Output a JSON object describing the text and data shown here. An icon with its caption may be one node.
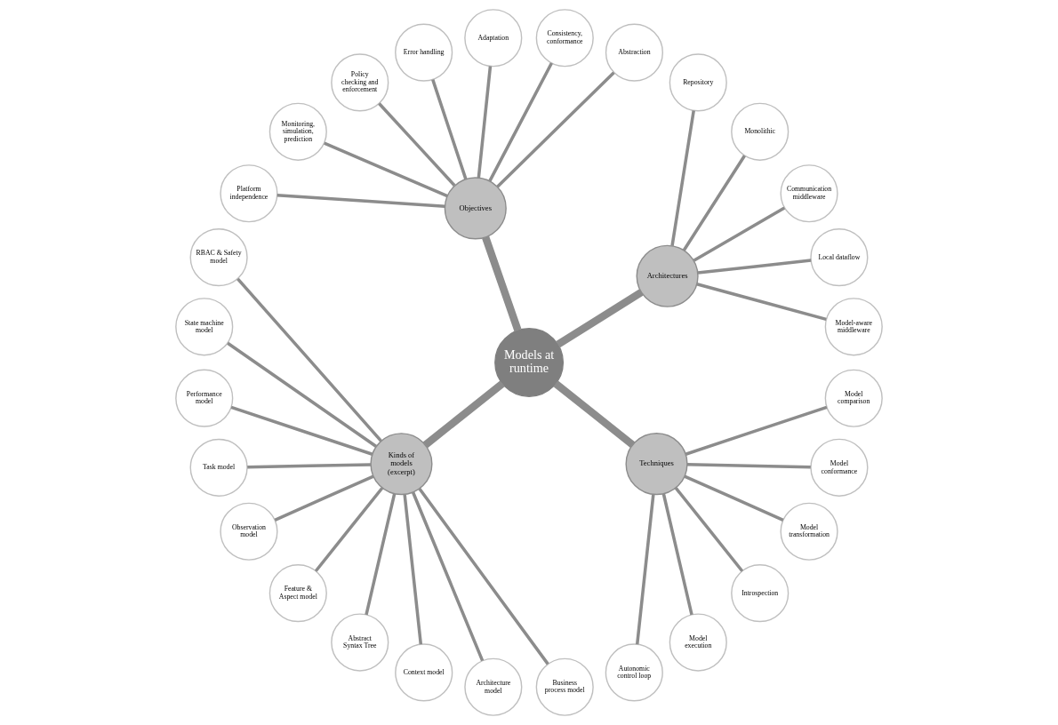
{
  "diagram": {
    "nodes": [
      {
        "text": [
          "Models at runtime"
        ]
      },
      {
        "text": [
          "Architectures"
        ]
      },
      {
        "text": [
          "Model-aware middleware"
        ]
      },
      {
        "text": [
          "Local dataflow"
        ]
      },
      {
        "text": [
          "Communication middleware"
        ]
      },
      {
        "text": [
          "Monolithic"
        ]
      },
      {
        "text": [
          "Repository"
        ]
      },
      {
        "text": [
          "Objectives"
        ]
      },
      {
        "text": [
          "Abstraction"
        ]
      },
      {
        "text": [
          "Consistency, conformance"
        ]
      },
      {
        "text": [
          "Adaptation"
        ]
      },
      {
        "text": [
          "Error handling"
        ]
      },
      {
        "text": [
          "Policy checking and enforcement"
        ]
      },
      {
        "text": [
          "Monitoring, simulation, prediction"
        ]
      },
      {
        "text": [
          "Platform independence"
        ]
      },
      {
        "text": [
          "Kinds of models (excerpt)"
        ]
      },
      {
        "text": [
          "RBAC & Safety model"
        ]
      },
      {
        "text": [
          "State machine model"
        ]
      },
      {
        "text": [
          "Performance model"
        ]
      },
      {
        "text": [
          "Task model"
        ]
      },
      {
        "text": [
          "Observation model"
        ]
      },
      {
        "text": [
          "Feature & Aspect model"
        ]
      },
      {
        "text": [
          "Abstract Syntax Tree"
        ]
      },
      {
        "text": [
          "Context model"
        ]
      },
      {
        "text": [
          "Architecture model"
        ]
      },
      {
        "text": [
          "Business process model"
        ]
      },
      {
        "text": [
          "Techniques"
        ]
      },
      {
        "text": [
          "Autonomic control loop"
        ]
      },
      {
        "text": [
          "Model execution"
        ]
      },
      {
        "text": [
          "Introspection"
        ]
      },
      {
        "text": [
          "Model transformation"
        ]
      },
      {
        "text": [
          "Model conformance"
        ]
      },
      {
        "text": [
          "Model comparison"
        ]
      }
    ],
    "edges": [
      {
        "from": 0,
        "to": 1,
        "arrow": "none",
        "style": "thick"
      },
      {
        "from": 1,
        "to": 2,
        "arrow": "none"
      },
      {
        "from": 1,
        "to": 3,
        "arrow": "none"
      },
      {
        "from": 1,
        "to": 4,
        "arrow": "none"
      },
      {
        "from": 1,
        "to": 5,
        "arrow": "none"
      },
      {
        "from": 1,
        "to": 6,
        "arrow": "none"
      },
      {
        "from": 0,
        "to": 7,
        "arrow": "none",
        "style": "thick"
      },
      {
        "from": 7,
        "to": 8,
        "arrow": "none"
      },
      {
        "from": 7,
        "to": 9,
        "arrow": "none"
      },
      {
        "from": 7,
        "to": 10,
        "arrow": "none"
      },
      {
        "from": 7,
        "to": 11,
        "arrow": "none"
      },
      {
        "from": 7,
        "to": 12,
        "arrow": "none"
      },
      {
        "from": 7,
        "to": 13,
        "arrow": "none"
      },
      {
        "from": 7,
        "to": 14,
        "arrow": "none"
      },
      {
        "from": 0,
        "to": 15,
        "arrow": "none",
        "style": "thick"
      },
      {
        "from": 15,
        "to": 16,
        "arrow": "none"
      },
      {
        "from": 15,
        "to": 17,
        "arrow": "none"
      },
      {
        "from": 15,
        "to": 18,
        "arrow": "none"
      },
      {
        "from": 15,
        "to": 19,
        "arrow": "none"
      },
      {
        "from": 15,
        "to": 20,
        "arrow": "none"
      },
      {
        "from": 15,
        "to": 21,
        "arrow": "none"
      },
      {
        "from": 15,
        "to": 22,
        "arrow": "none"
      },
      {
        "from": 15,
        "to": 23,
        "arrow": "none"
      },
      {
        "from": 15,
        "to": 24,
        "arrow": "none"
      },
      {
        "from": 15,
        "to": 25,
        "arrow": "none"
      },
      {
        "from": 0,
        "to": 26,
        "arrow": "none",
        "style": "thick"
      },
      {
        "from": 26,
        "to": 27,
        "arrow": "none"
      },
      {
        "from": 26,
        "to": 28,
        "arrow": "none"
      },
      {
        "from": 26,
        "to": 29,
        "arrow": "none"
      },
      {
        "from": 26,
        "to": 30,
        "arrow": "none"
      },
      {
        "from": 26,
        "to": 31,
        "arrow": "none"
      },
      {
        "from": 26,
        "to": 32,
        "arrow": "none"
      }
    ]
  }
}
